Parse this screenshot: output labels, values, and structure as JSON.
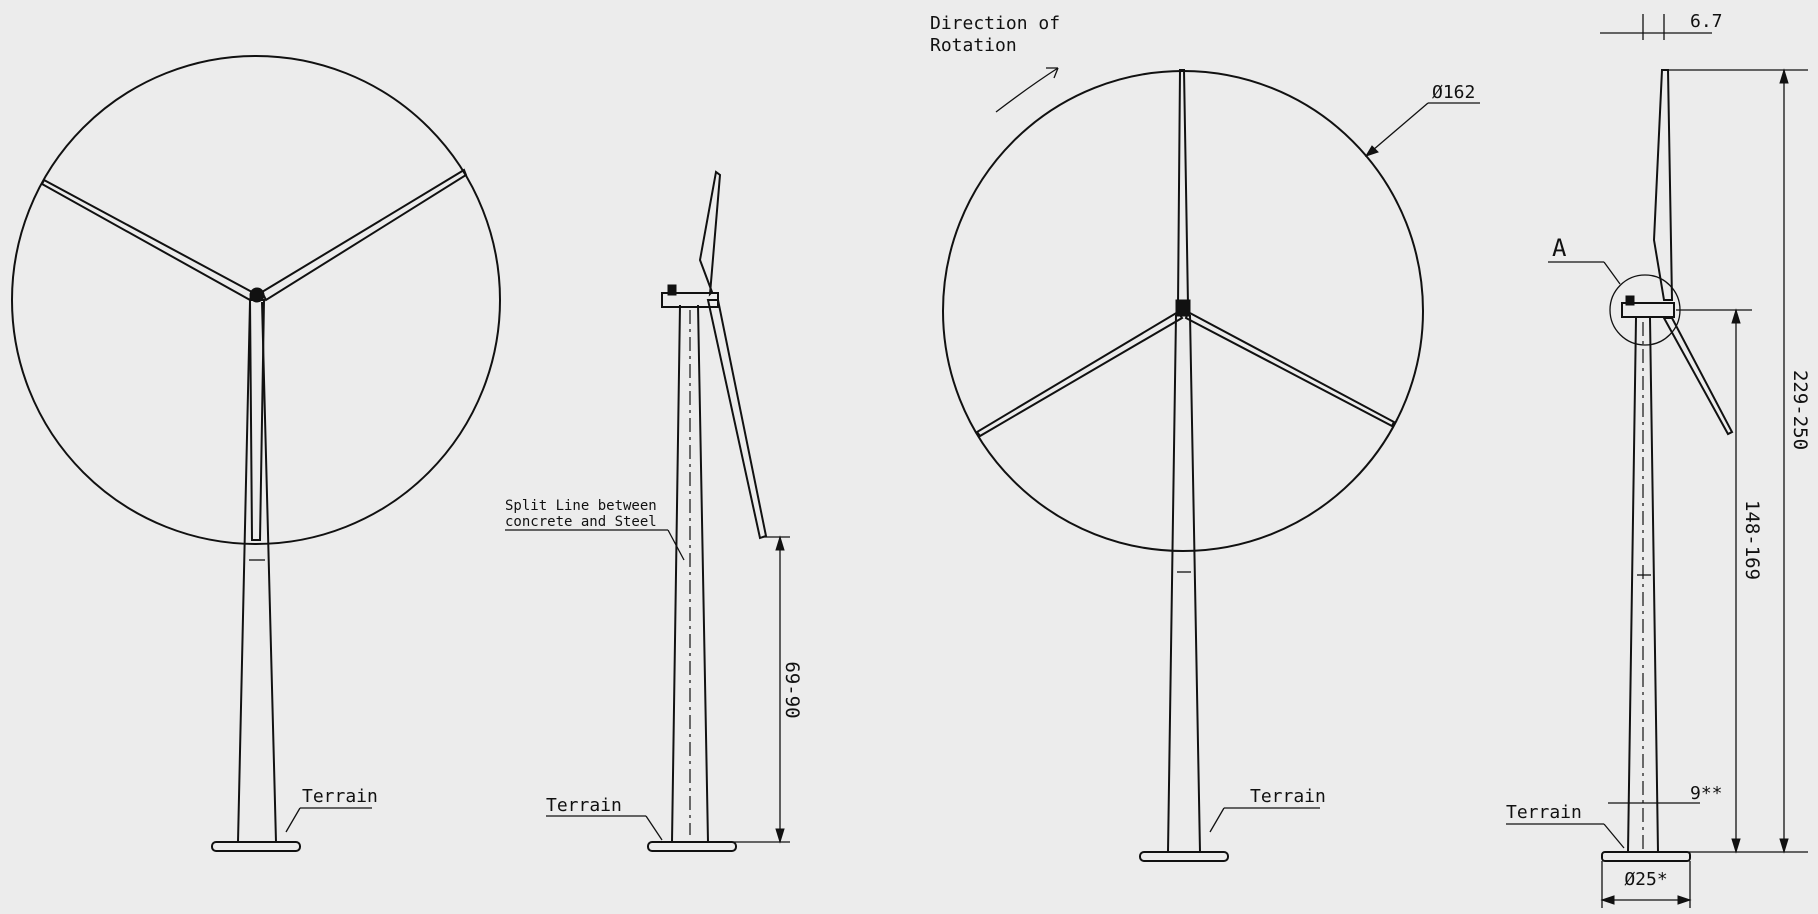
{
  "labels": {
    "split_line": [
      "Split Line between",
      "concrete and Steel"
    ],
    "terrain": "Terrain",
    "direction": [
      "Direction of",
      "Rotation"
    ],
    "rotor_diameter": "Ø162",
    "detail_marker": "A",
    "hub_offset": "6.7",
    "total_height": "229-250",
    "hub_height": "148-169",
    "blade_clearance": "69-90",
    "base_offset": "9**",
    "foundation_diameter": "Ø25*"
  },
  "colors": {
    "background": "#ececec",
    "line": "#111111"
  }
}
